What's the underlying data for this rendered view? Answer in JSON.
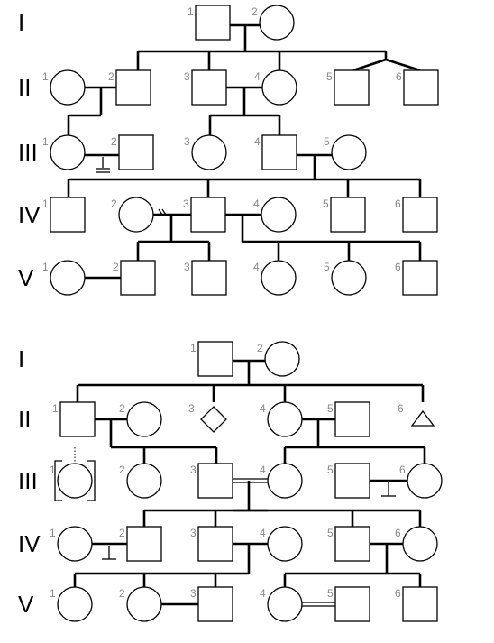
{
  "pedigrees": [
    {
      "generations": [
        "I",
        "II",
        "III",
        "IV",
        "V"
      ],
      "individuals": [
        {
          "gen": "I",
          "num": "1",
          "sex": "male"
        },
        {
          "gen": "I",
          "num": "2",
          "sex": "female"
        },
        {
          "gen": "II",
          "num": "1",
          "sex": "female"
        },
        {
          "gen": "II",
          "num": "2",
          "sex": "male"
        },
        {
          "gen": "II",
          "num": "3",
          "sex": "male"
        },
        {
          "gen": "II",
          "num": "4",
          "sex": "female"
        },
        {
          "gen": "II",
          "num": "5",
          "sex": "male",
          "twin": true
        },
        {
          "gen": "II",
          "num": "6",
          "sex": "male",
          "twin": true
        },
        {
          "gen": "III",
          "num": "1",
          "sex": "female"
        },
        {
          "gen": "III",
          "num": "2",
          "sex": "male"
        },
        {
          "gen": "III",
          "num": "3",
          "sex": "female"
        },
        {
          "gen": "III",
          "num": "4",
          "sex": "male"
        },
        {
          "gen": "III",
          "num": "5",
          "sex": "female"
        },
        {
          "gen": "IV",
          "num": "1",
          "sex": "male"
        },
        {
          "gen": "IV",
          "num": "2",
          "sex": "female"
        },
        {
          "gen": "IV",
          "num": "3",
          "sex": "male"
        },
        {
          "gen": "IV",
          "num": "4",
          "sex": "female"
        },
        {
          "gen": "IV",
          "num": "5",
          "sex": "male"
        },
        {
          "gen": "IV",
          "num": "6",
          "sex": "male"
        },
        {
          "gen": "V",
          "num": "1",
          "sex": "female"
        },
        {
          "gen": "V",
          "num": "2",
          "sex": "male"
        },
        {
          "gen": "V",
          "num": "3",
          "sex": "male"
        },
        {
          "gen": "V",
          "num": "4",
          "sex": "female"
        },
        {
          "gen": "V",
          "num": "5",
          "sex": "female"
        },
        {
          "gen": "V",
          "num": "6",
          "sex": "male"
        }
      ]
    },
    {
      "generations": [
        "I",
        "II",
        "III",
        "IV",
        "V"
      ],
      "individuals": [
        {
          "gen": "I",
          "num": "1",
          "sex": "male"
        },
        {
          "gen": "I",
          "num": "2",
          "sex": "female"
        },
        {
          "gen": "II",
          "num": "1",
          "sex": "male"
        },
        {
          "gen": "II",
          "num": "2",
          "sex": "female"
        },
        {
          "gen": "II",
          "num": "3",
          "sex": "unknown"
        },
        {
          "gen": "II",
          "num": "4",
          "sex": "female"
        },
        {
          "gen": "II",
          "num": "5",
          "sex": "male"
        },
        {
          "gen": "II",
          "num": "6",
          "sex": "miscarriage"
        },
        {
          "gen": "III",
          "num": "1",
          "sex": "female",
          "adopted": true
        },
        {
          "gen": "III",
          "num": "2",
          "sex": "female"
        },
        {
          "gen": "III",
          "num": "3",
          "sex": "male"
        },
        {
          "gen": "III",
          "num": "4",
          "sex": "female"
        },
        {
          "gen": "III",
          "num": "5",
          "sex": "male"
        },
        {
          "gen": "III",
          "num": "6",
          "sex": "female"
        },
        {
          "gen": "IV",
          "num": "1",
          "sex": "female"
        },
        {
          "gen": "IV",
          "num": "2",
          "sex": "male"
        },
        {
          "gen": "IV",
          "num": "3",
          "sex": "male"
        },
        {
          "gen": "IV",
          "num": "4",
          "sex": "female"
        },
        {
          "gen": "IV",
          "num": "5",
          "sex": "male"
        },
        {
          "gen": "IV",
          "num": "6",
          "sex": "female"
        },
        {
          "gen": "V",
          "num": "1",
          "sex": "female"
        },
        {
          "gen": "V",
          "num": "2",
          "sex": "female"
        },
        {
          "gen": "V",
          "num": "3",
          "sex": "male"
        },
        {
          "gen": "V",
          "num": "4",
          "sex": "female"
        },
        {
          "gen": "V",
          "num": "5",
          "sex": "male"
        },
        {
          "gen": "V",
          "num": "6",
          "sex": "male"
        }
      ]
    }
  ]
}
